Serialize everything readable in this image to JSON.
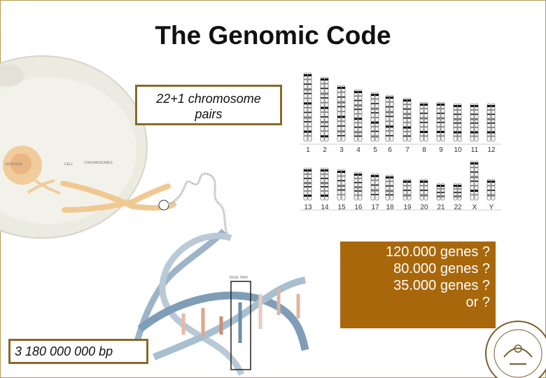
{
  "title": "The Genomic Code",
  "chromosome_box": {
    "line1": "22+1 chromosome",
    "line2": "pairs"
  },
  "bp_box": {
    "text": "3 180 000 000 bp"
  },
  "genes_box": {
    "lines": [
      "120.000 genes ?",
      "80.000 genes ?",
      "35.000 genes ?",
      "or ?"
    ]
  },
  "cell_labels": {
    "nucleus": "NUCLEUS",
    "cell": "CELL",
    "chromosomes": "CHROMOSOMES"
  },
  "dna_label": "BASE PAIR",
  "karyotype": {
    "row1": [
      "1",
      "2",
      "3",
      "4",
      "5",
      "6",
      "7",
      "8",
      "9",
      "10",
      "11",
      "12"
    ],
    "row2": [
      "13",
      "14",
      "15",
      "16",
      "17",
      "18",
      "19",
      "20",
      "21",
      "22",
      "X",
      "Y"
    ]
  },
  "colors": {
    "box_border": "#8a6a2a",
    "genes_fill": "#a8670a",
    "frame": "#b89a55"
  }
}
